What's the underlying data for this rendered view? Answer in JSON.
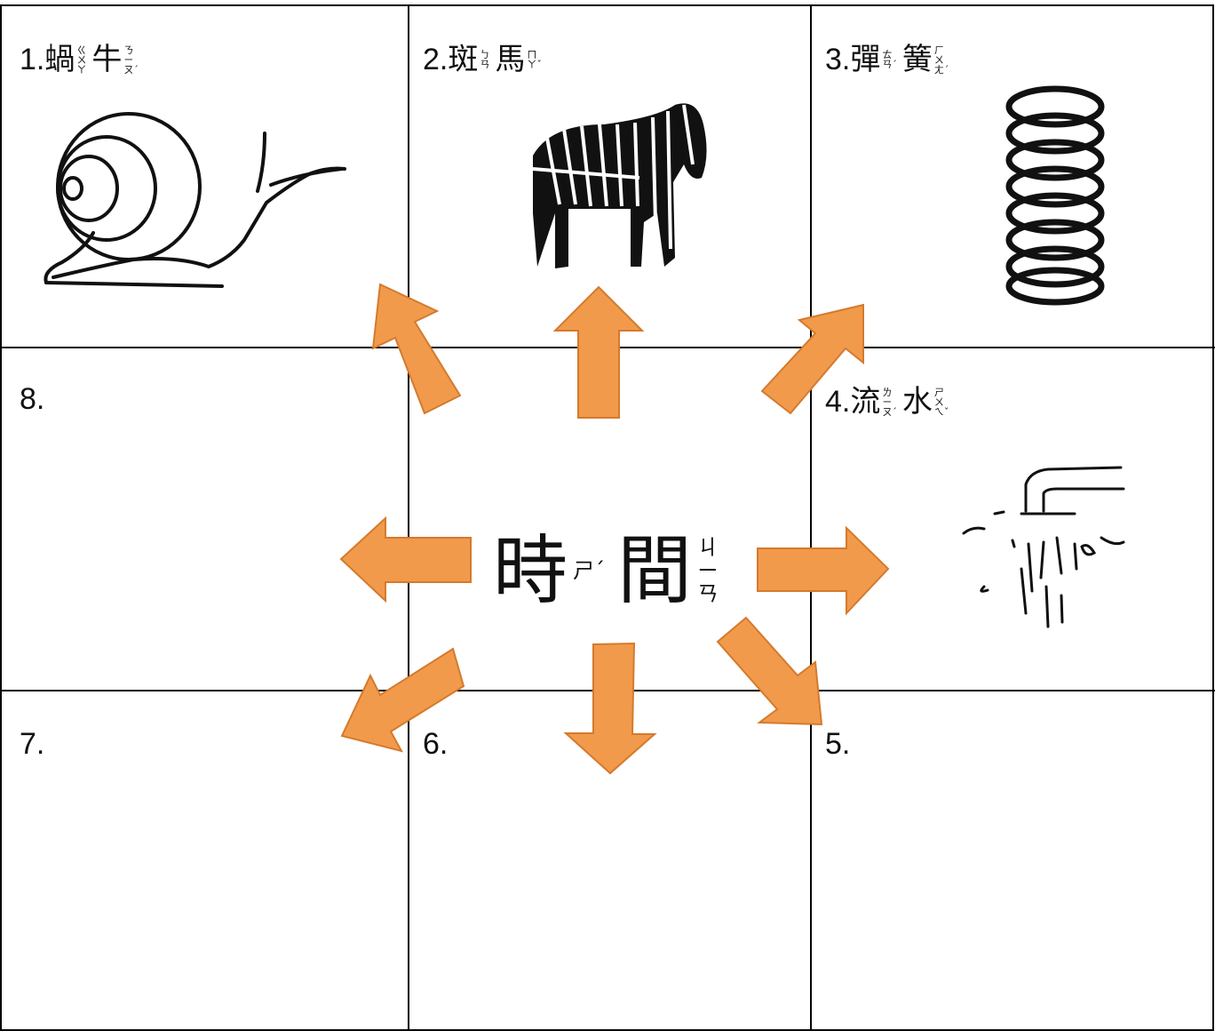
{
  "cells": [
    {
      "num": "1.",
      "chars": [
        {
          "c": "蝸",
          "z": [
            "ㄍ",
            "ㄨ",
            "ㄚ"
          ]
        },
        {
          "c": "牛",
          "z": [
            "ㄋ",
            "ㄧ",
            "ㄡˊ"
          ]
        }
      ],
      "picture": "snail"
    },
    {
      "num": "2.",
      "chars": [
        {
          "c": "斑",
          "z": [
            "ㄅ",
            "ㄢ"
          ]
        },
        {
          "c": "馬",
          "z": [
            "ㄇ",
            "ㄚˇ"
          ]
        }
      ],
      "picture": "zebra"
    },
    {
      "num": "3.",
      "chars": [
        {
          "c": "彈",
          "z": [
            "ㄊ",
            "ㄢˊ"
          ]
        },
        {
          "c": "簧",
          "z": [
            "ㄏ",
            "ㄨ",
            "ㄤˊ"
          ]
        }
      ],
      "picture": "spring"
    },
    {
      "num": "4.",
      "chars": [
        {
          "c": "流",
          "z": [
            "ㄌ",
            "ㄧ",
            "ㄡˊ"
          ]
        },
        {
          "c": "水",
          "z": [
            "ㄕ",
            "ㄨ",
            "ㄟˇ"
          ]
        }
      ],
      "picture": "faucet"
    },
    {
      "num": "5."
    },
    {
      "num": "6."
    },
    {
      "num": "7."
    },
    {
      "num": "8."
    }
  ],
  "center": {
    "chars": [
      {
        "c": "時",
        "z": [
          "ㄕˊ"
        ]
      },
      {
        "c": "間",
        "z": [
          "ㄐ",
          "ㄧ",
          "ㄢ"
        ]
      }
    ]
  },
  "colors": {
    "arrow_fill": "#f29a4c",
    "arrow_stroke": "#d47a2c",
    "grid_line": "#000000"
  }
}
